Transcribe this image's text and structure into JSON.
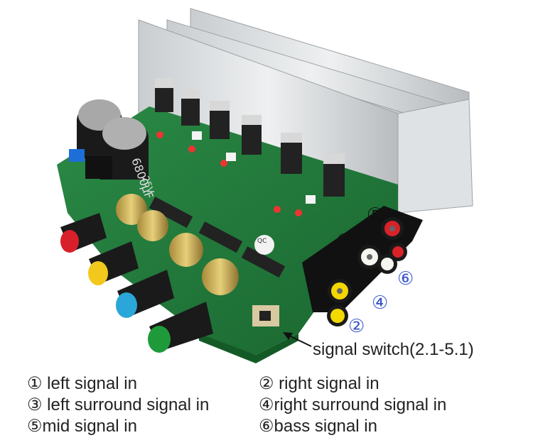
{
  "callouts": {
    "n1": "①",
    "n2": "②",
    "n3": "③",
    "n4": "④",
    "n5": "⑤",
    "n6": "⑥"
  },
  "switch_label": "signal switch(2.1-5.1)",
  "legend": {
    "item1": "① left signal in",
    "item2": "② right signal in",
    "item3": "③ left surround signal in",
    "item4": "④right surround signal in",
    "item5": "⑤mid signal in",
    "item6": "⑥bass signal in"
  },
  "board_marks": {
    "cap_label": "6800μF",
    "cap_voltage": "25V",
    "qc_label": "QC"
  },
  "knob_colors": [
    "#d8202a",
    "#f2c81c",
    "#2aa6d8",
    "#1f9a3a"
  ],
  "rca_colors": [
    "#f3d800",
    "#f3d800",
    "#f6f6f0",
    "#f6f6f0",
    "#d82228",
    "#d82228"
  ],
  "board_color": "#1f7a3a"
}
